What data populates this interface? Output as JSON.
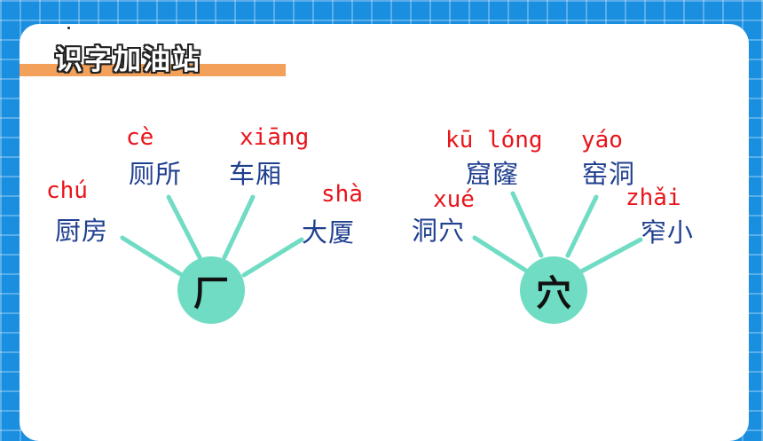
{
  "title": "识字加油站",
  "left_group": {
    "root": "厂",
    "words": [
      {
        "pinyin": "chú",
        "hanzi": "厨房"
      },
      {
        "pinyin": "cè",
        "hanzi": "厕所"
      },
      {
        "pinyin": "xiāng",
        "hanzi": "车厢"
      },
      {
        "pinyin": "shà",
        "hanzi": "大厦"
      }
    ]
  },
  "right_group": {
    "root": "穴",
    "words": [
      {
        "pinyin": "xué",
        "hanzi": "洞穴"
      },
      {
        "pinyin": "kū lóng",
        "hanzi": "窟窿"
      },
      {
        "pinyin": "yáo",
        "hanzi": "窑洞"
      },
      {
        "pinyin": "zhǎi",
        "hanzi": "窄小"
      }
    ]
  },
  "colors": {
    "background": "#1a8fe0",
    "pinyin": "#e8141b",
    "hanzi": "#1f3f8f",
    "circle": "#6fdcc3",
    "title_bar": "#f2a05a"
  }
}
